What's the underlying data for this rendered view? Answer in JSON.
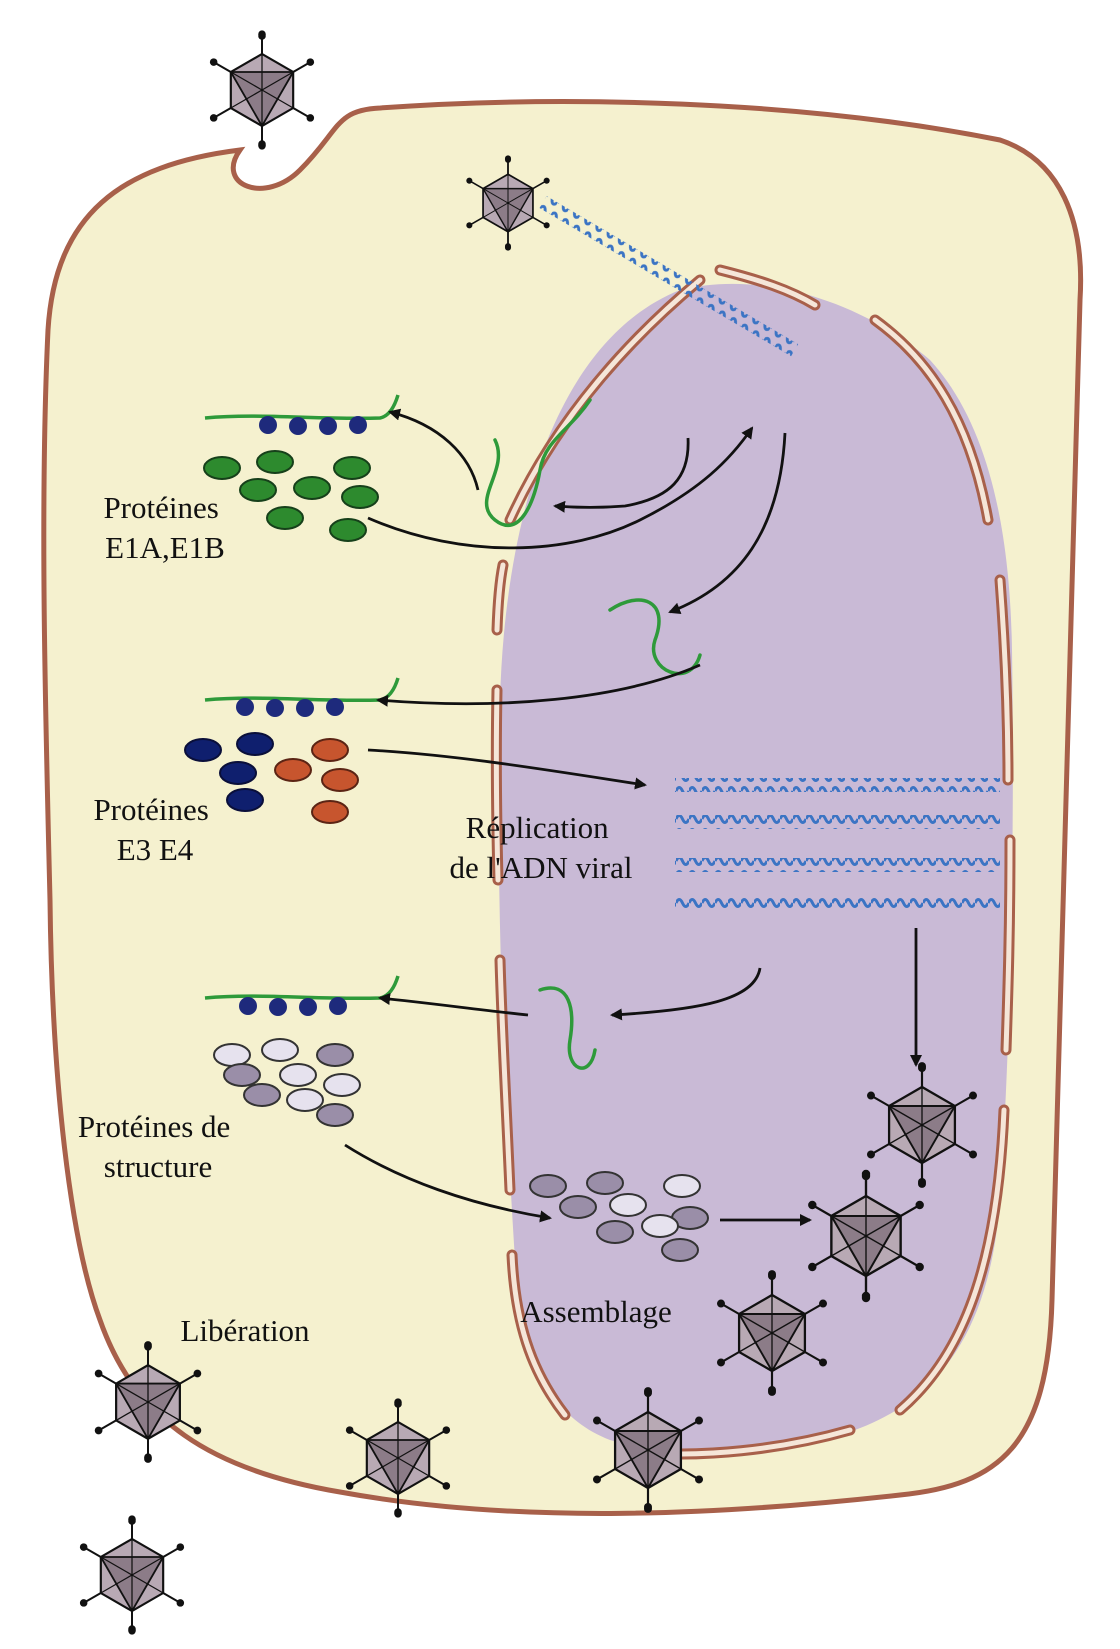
{
  "labels": {
    "early_proteins": [
      "Protéines",
      "E1A,E1B"
    ],
    "mid_proteins": [
      "Protéines",
      "E3 E4"
    ],
    "replication": [
      "Réplication",
      "de l'ADN viral"
    ],
    "structure_proteins": [
      "Protéines de",
      "structure"
    ],
    "assembly": "Assemblage",
    "release": "Libération"
  },
  "colors": {
    "cytoplasm": "#f5f1cf",
    "nucleus": "#c9bad6",
    "membrane": "#a8604a",
    "dna": "#3b74c4",
    "mrna": "#2e9a3a",
    "ribosome": "#1e2a7c",
    "early_protein": "#2d8a2e",
    "e3_protein": "#0f1f6e",
    "e4_protein": "#c7552e",
    "structure_light": "#e6e2ee",
    "structure_dark": "#9a8ea8",
    "virus_face": "#b8a9b4"
  }
}
